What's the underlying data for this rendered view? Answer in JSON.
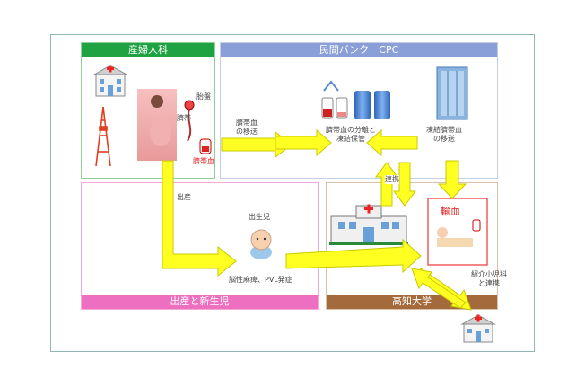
{
  "panels": {
    "obgyn": "産婦人科",
    "private_bank": "民間バンク　CPC",
    "birth": "出産と新生児",
    "kochi": "高知大学"
  },
  "labels": {
    "placenta": "胎盤",
    "umbilical_cord": "臍帯",
    "cord_blood": "臍帯血",
    "cord_blood_transfer": "臍帯血\nの移送",
    "separation_storage": "臍帯血の分離と\n凍結保管",
    "frozen_transfer": "凍結臍帯血\nの移送",
    "cooperation": "連携",
    "delivery": "出産",
    "newborn": "出生児",
    "conditions": "脳性麻痺、PVL発症",
    "transfusion": "輸血",
    "referral": "紹介小児科\nと連携"
  },
  "colors": {
    "obgyn_header": "#1fa342",
    "bank_header": "#8a9fd8",
    "birth_header": "#ee6fc0",
    "kochi_header": "#a56a3b",
    "arrow_fill": "#ffff22",
    "arrow_stroke": "#c8c800"
  },
  "icons": [
    "hospital-icon",
    "tokyo-tower-icon",
    "pregnant-woman-icon",
    "blood-bag-icon",
    "centrifuge-icon",
    "storage-tank-icon",
    "office-building-icon",
    "baby-icon",
    "patient-bed-icon"
  ]
}
